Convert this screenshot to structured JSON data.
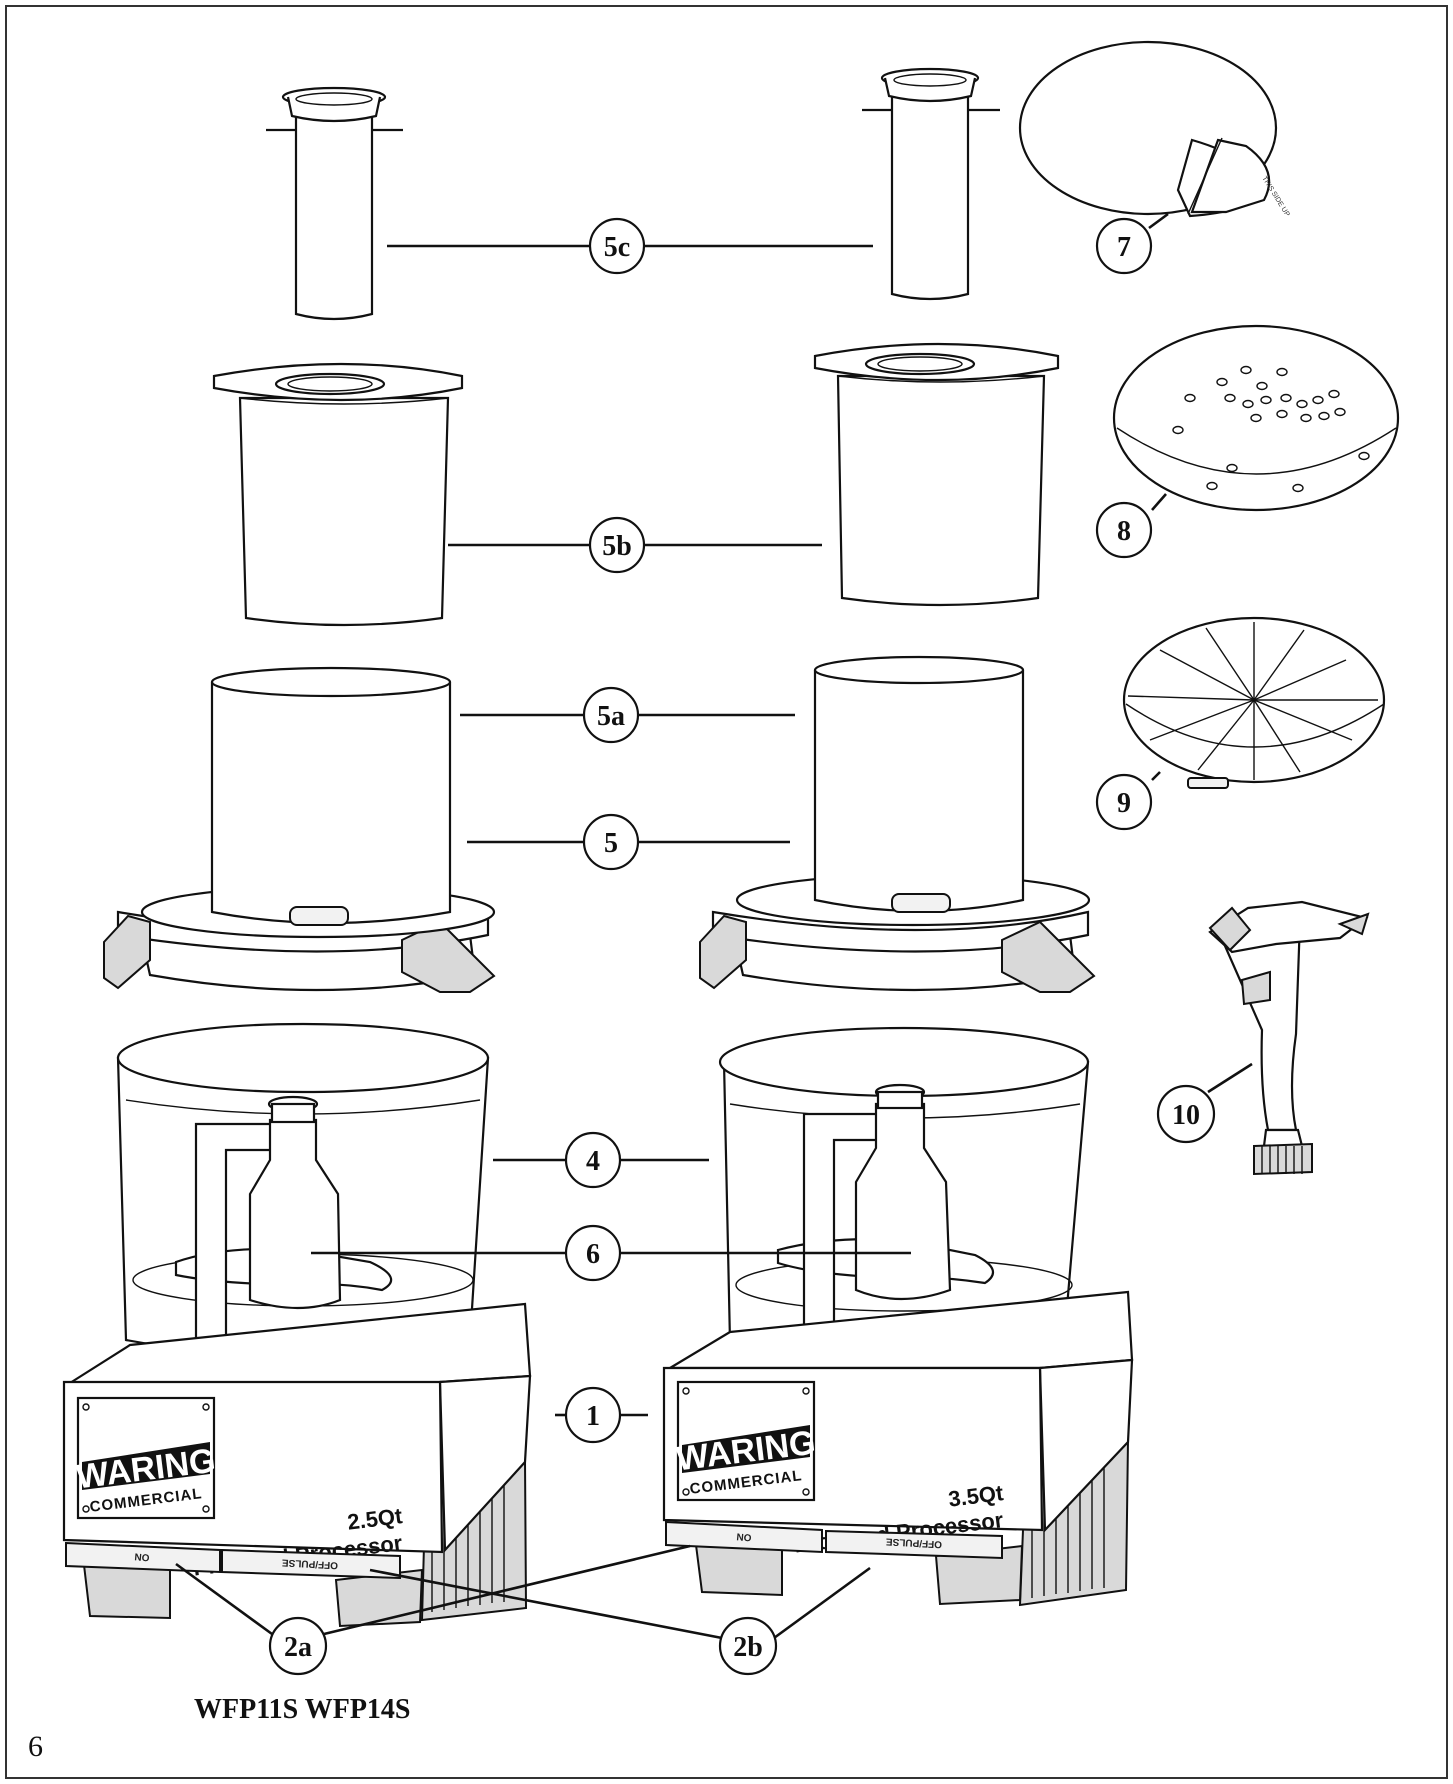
{
  "page_number": "6",
  "model_numbers": "WFP11S WFP14S",
  "callouts": {
    "c5c": "5c",
    "c5b": "5b",
    "c5a": "5a",
    "c5": "5",
    "c4": "4",
    "c6": "6",
    "c1": "1",
    "c2a": "2a",
    "c2b": "2b",
    "c7": "7",
    "c8": "8",
    "c9": "9",
    "c10": "10"
  },
  "left_unit": {
    "brand": "WARING",
    "brand_sub": "COMMERCIAL",
    "capacity": "2.5Qt",
    "product": "Pro Food Processor",
    "button_on": "ON",
    "button_off": "OFF/PULSE"
  },
  "right_unit": {
    "brand": "WARING",
    "brand_sub": "COMMERCIAL",
    "capacity": "3.5Qt",
    "product": "Pro Food Processor",
    "button_on": "ON",
    "button_off": "OFF/PULSE"
  },
  "disc_label": "THIS SIDE UP"
}
